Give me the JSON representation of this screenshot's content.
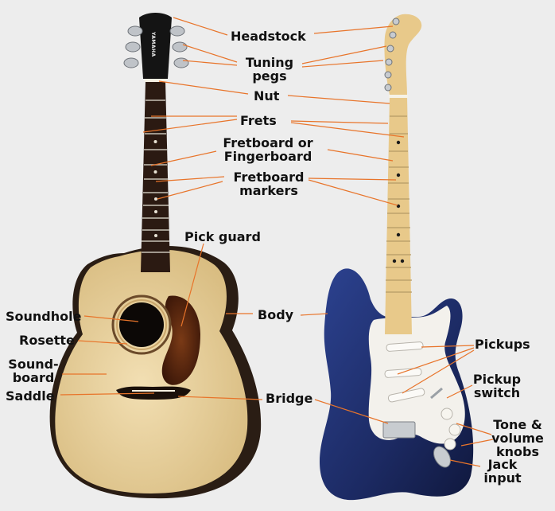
{
  "acoustic": {
    "brand": "YAMAHA",
    "labels": {
      "headstock": "Headstock",
      "tuning_pegs": [
        "Tuning",
        "pegs"
      ],
      "nut": "Nut",
      "frets": "Frets",
      "fretboard": [
        "Fretboard or",
        "Fingerboard"
      ],
      "fretboard_markers": [
        "Fretboard",
        "markers"
      ],
      "pick_guard": "Pick guard",
      "soundhole": "Soundhole",
      "rosette": "Rosette",
      "soundboard": [
        "Sound-",
        "board"
      ],
      "saddle": "Saddle",
      "bridge": "Bridge",
      "body": "Body"
    }
  },
  "electric": {
    "labels": {
      "pickups": "Pickups",
      "pickup_switch": [
        "Pickup",
        "switch"
      ],
      "knobs": [
        "Tone &",
        "volume",
        "knobs"
      ],
      "jack": [
        "Jack",
        "input"
      ]
    }
  },
  "colors": {
    "leader_line": "#e8742a",
    "electric_body": "#1f2f6b",
    "maple_neck": "#e8c98a",
    "acoustic_top": "#e9d3a4",
    "pickguard_tortoise": "#5a2812"
  }
}
